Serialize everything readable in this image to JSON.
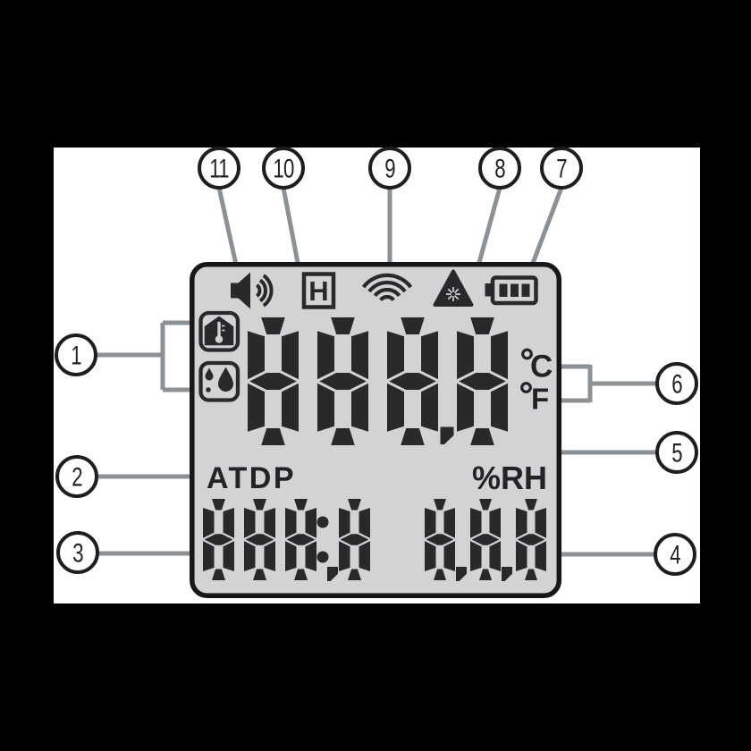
{
  "diagram_title": "LCD display diagram",
  "colors": {
    "background": "#000000",
    "page": "#ffffff",
    "panel": "#d2d3d5",
    "panel_border": "#171717",
    "segment": "#29292c",
    "leader_line": "#8c9196",
    "callout_stroke": "#1e1e20",
    "callout_fill": "#ffffff",
    "label_text": "#232326"
  },
  "callouts": [
    {
      "number": "1",
      "target": "temperature-humidity-mode-icons"
    },
    {
      "number": "2",
      "target": "atdp-mode-label"
    },
    {
      "number": "3",
      "target": "lower-left-display"
    },
    {
      "number": "4",
      "target": "lower-right-display"
    },
    {
      "number": "5",
      "target": "main-display-digits"
    },
    {
      "number": "6",
      "target": "celsius-fahrenheit-units"
    },
    {
      "number": "7",
      "target": "battery-icon"
    },
    {
      "number": "8",
      "target": "laser-icon"
    },
    {
      "number": "9",
      "target": "wireless-signal-icon"
    },
    {
      "number": "10",
      "target": "hold-icon"
    },
    {
      "number": "11",
      "target": "speaker-icon"
    }
  ],
  "lcd": {
    "status_icons": [
      "speaker",
      "hold-H",
      "wireless-signal",
      "laser-warning",
      "battery-level"
    ],
    "mode_icons": [
      "thermometer-in-house",
      "water-droplets"
    ],
    "hold_label": "H",
    "main_display": {
      "value": "8888",
      "decimal_point": true,
      "degree_symbol": "°",
      "celsius": "C",
      "fahrenheit": "F"
    },
    "labels": {
      "mode": "ATDP",
      "humidity_unit": "%RH"
    },
    "lower_left_display": {
      "value": "888:8",
      "decimal_point": true
    },
    "lower_right_display": {
      "value": "8.8.8"
    }
  }
}
